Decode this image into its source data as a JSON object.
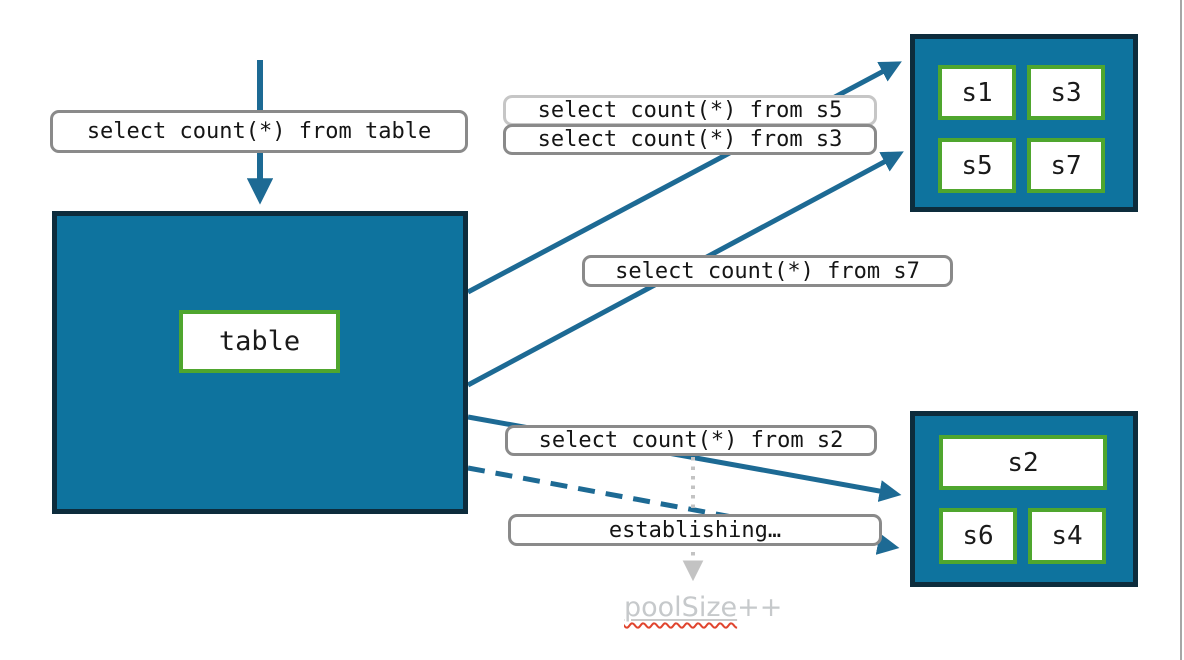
{
  "colors": {
    "teal_fill": "#0e739e",
    "dark_border": "#0d2c3c",
    "green_border": "#4fa62e",
    "arrow": "#1d6a94",
    "label_border": "#8a8a8a",
    "label_border_light": "#c6c6c6",
    "muted_gray": "#c3c3c3",
    "squiggle_red": "#e0452f",
    "slide_edge": "#a6a6a6"
  },
  "queries": {
    "table": "select count(*) from table",
    "s5": "select count(*) from s5",
    "s3": "select count(*) from s3",
    "s7": "select count(*) from s7",
    "s2": "select count(*) from s2",
    "establishing": "establishing…"
  },
  "main_table": {
    "label": "table"
  },
  "shard_groups": {
    "top": {
      "shards": [
        "s1",
        "s3",
        "s5",
        "s7"
      ]
    },
    "bottom": {
      "shards": [
        "s2",
        "s6",
        "s4"
      ]
    }
  },
  "annotations": {
    "pool_size_word": "poolSize",
    "pool_size_suffix": "++"
  }
}
